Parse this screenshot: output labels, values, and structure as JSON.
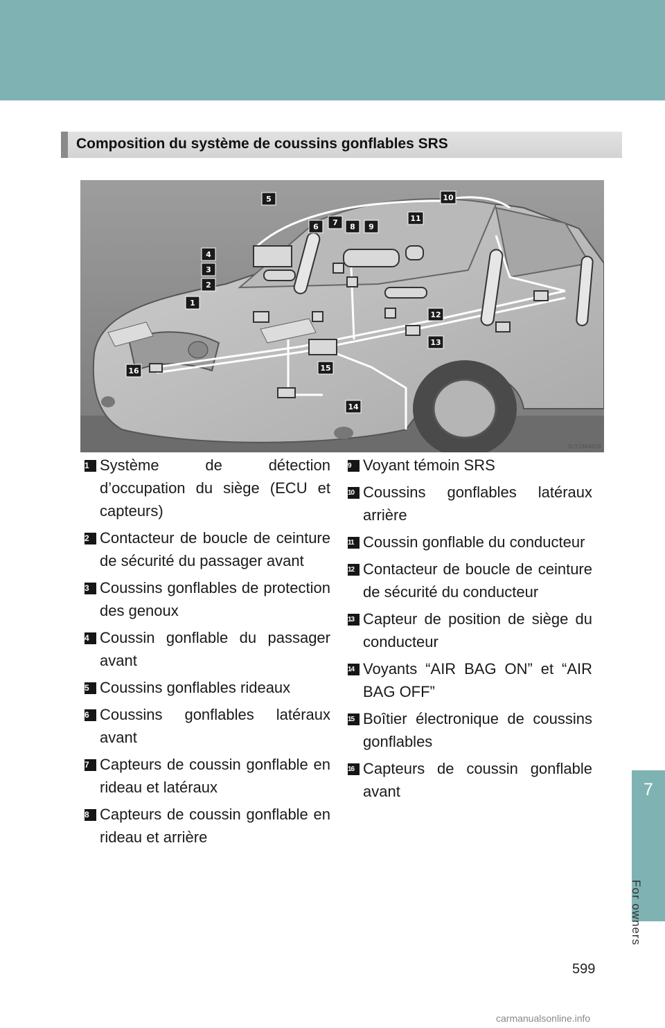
{
  "header": {
    "section_title": "Composition du système de coussins gonflables SRS"
  },
  "side_tab": {
    "chapter": "7",
    "label": "For owners"
  },
  "figure": {
    "code": "SLY18AA018",
    "callouts": [
      "1",
      "2",
      "3",
      "4",
      "5",
      "6",
      "7",
      "8",
      "9",
      "10",
      "11",
      "12",
      "13",
      "14",
      "15",
      "16"
    ]
  },
  "items": [
    {
      "num": "1",
      "text": "Système de détection d’occupation du siège (ECU et capteurs)"
    },
    {
      "num": "2",
      "text": "Contacteur de boucle de ceinture de sécurité du passager avant"
    },
    {
      "num": "3",
      "text": "Coussins gonflables de protection des genoux"
    },
    {
      "num": "4",
      "text": "Coussin gonflable du passager avant"
    },
    {
      "num": "5",
      "text": "Coussins gonflables rideaux"
    },
    {
      "num": "6",
      "text": "Coussins gonflables latéraux avant"
    },
    {
      "num": "7",
      "text": "Capteurs de coussin gonflable en rideau et latéraux"
    },
    {
      "num": "8",
      "text": "Capteurs de coussin gonflable en rideau et arrière"
    },
    {
      "num": "9",
      "text": "Voyant témoin SRS"
    },
    {
      "num": "10",
      "text": "Coussins gonflables latéraux arrière"
    },
    {
      "num": "11",
      "text": "Coussin gonflable du conducteur"
    },
    {
      "num": "12",
      "text": "Contacteur de boucle de ceinture de sécurité du conducteur"
    },
    {
      "num": "13",
      "text": "Capteur de position de siège du conducteur"
    },
    {
      "num": "14",
      "text": "Voyants “AIR BAG ON” et “AIR BAG OFF”"
    },
    {
      "num": "15",
      "text": "Boîtier électronique de coussins gonflables"
    },
    {
      "num": "16",
      "text": "Capteurs de coussin gonflable avant"
    }
  ],
  "page_number": "599",
  "footer": {
    "url": "carmanualsonline.info"
  }
}
